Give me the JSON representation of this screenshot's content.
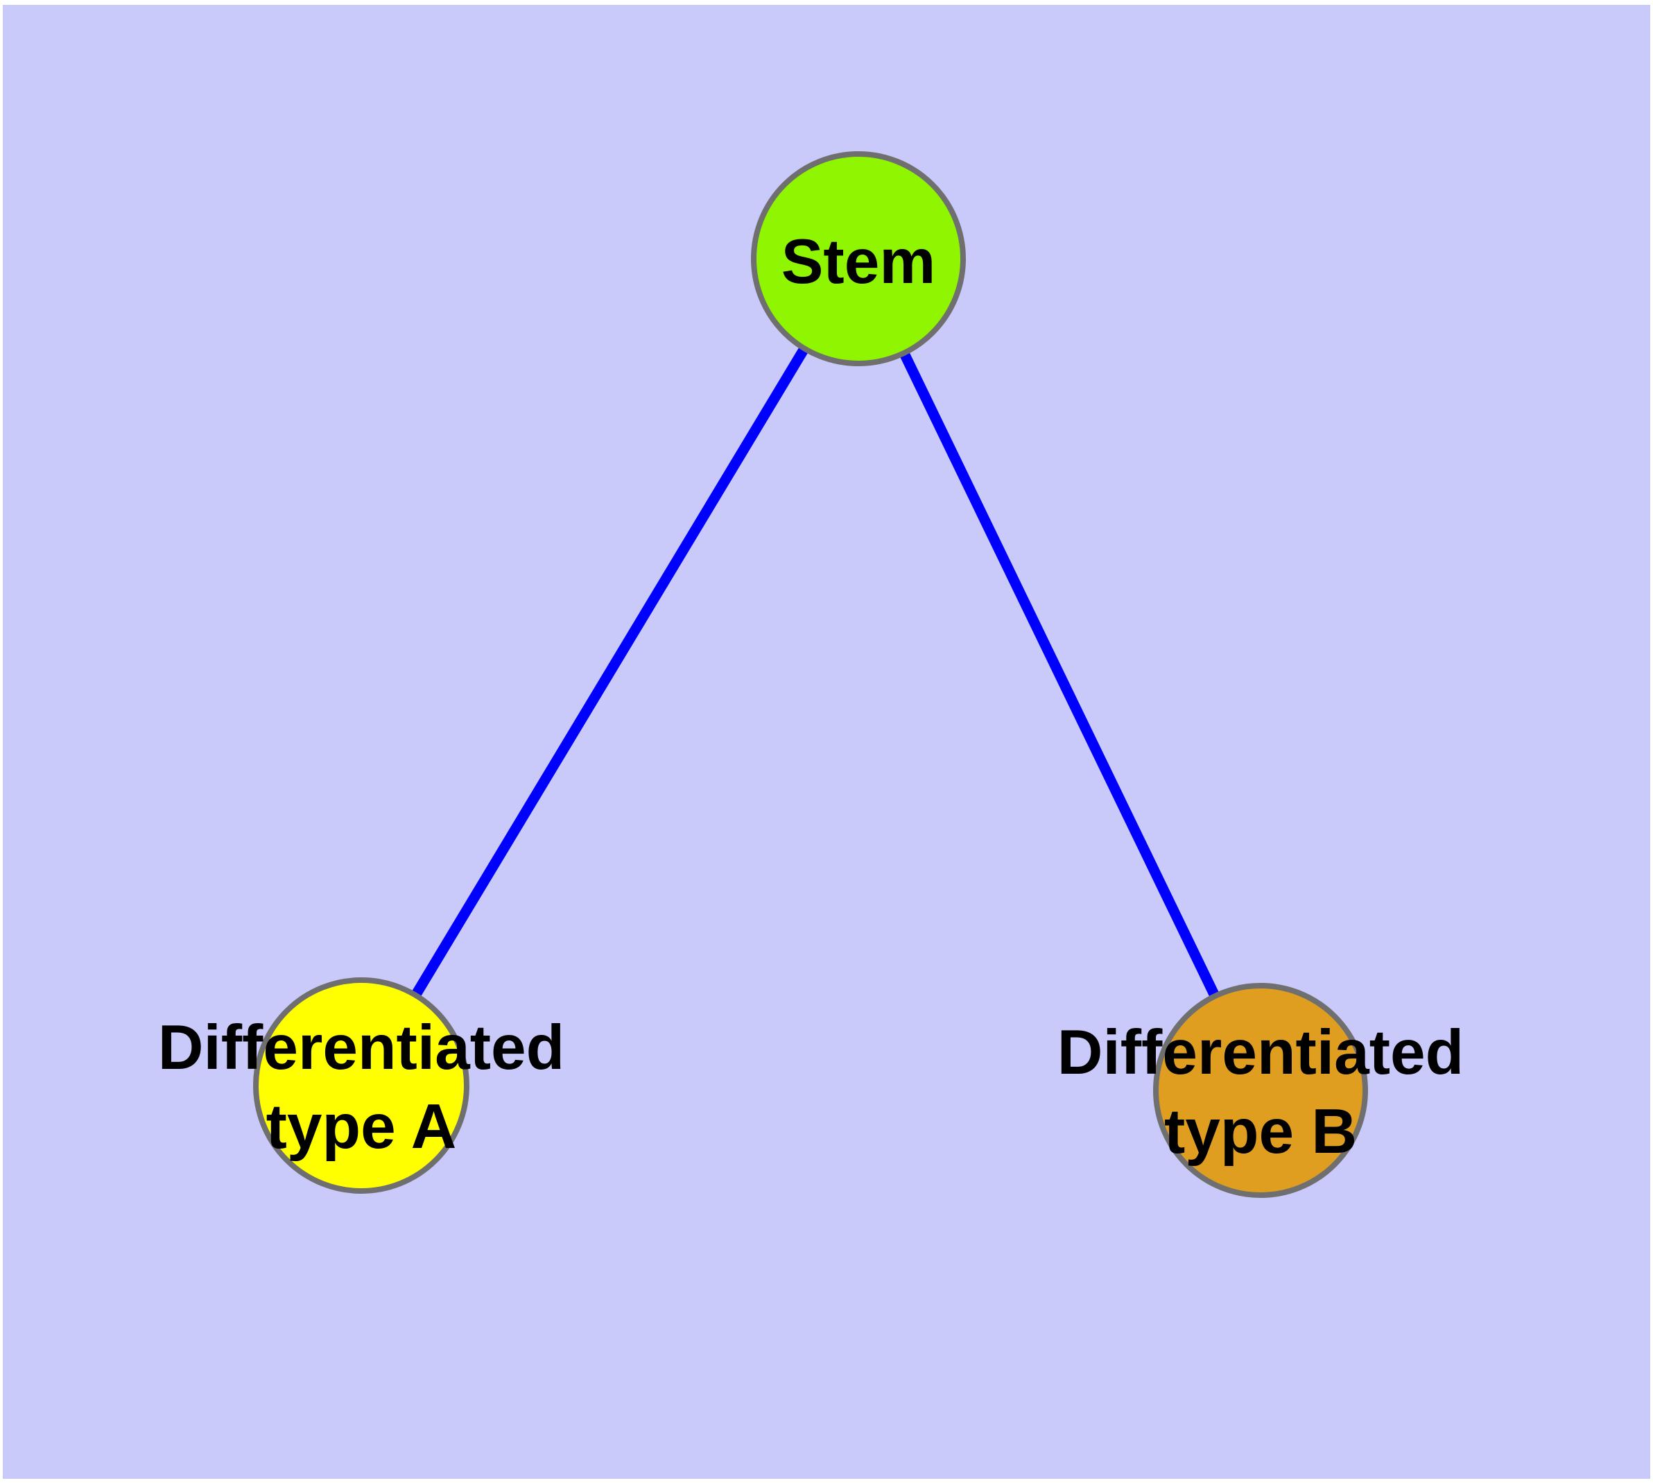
{
  "diagram": {
    "title": "",
    "background_color": "#C9C9FA",
    "page_color": "#FFFFFF",
    "node_stroke_color": "#6F6F6F",
    "edge_color": "#0000FF",
    "label_color": "#000000",
    "nodes": [
      {
        "id": "stem",
        "label": "Stem",
        "label_lines": [
          "Stem"
        ],
        "color": "#8FF500"
      },
      {
        "id": "differentiated-type-a",
        "label": "Differentiated type A",
        "label_lines": [
          "Differentiated",
          "type A"
        ],
        "color": "#FFFF00"
      },
      {
        "id": "differentiated-type-b",
        "label": "Differentiated type B",
        "label_lines": [
          "Differentiated",
          "type B"
        ],
        "color": "#E09E20"
      }
    ],
    "edges": [
      {
        "from": "Stem",
        "to": "Differentiated type A"
      },
      {
        "from": "Stem",
        "to": "Differentiated type B"
      }
    ]
  }
}
